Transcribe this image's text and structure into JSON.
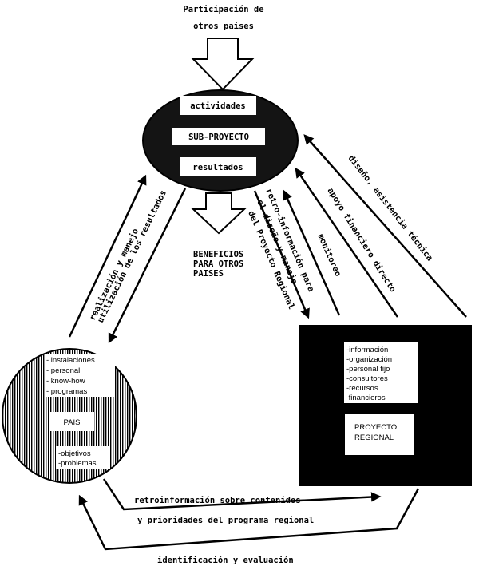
{
  "top_input": {
    "line1": "Participación de",
    "line2": "otros paises"
  },
  "subproject": {
    "box1": "actividades",
    "box2": "SUB-PROYECTO",
    "box3": "resultados"
  },
  "benefits": {
    "line1": "BENEFICIOS",
    "line2": "PARA OTROS",
    "line3": "PAISES"
  },
  "pais": {
    "items_top": [
      "- instalaciones",
      "- personal",
      "- know-how",
      "- programas"
    ],
    "label": "PAIS",
    "items_bottom": [
      "-objetivos",
      "-problemas"
    ]
  },
  "regional": {
    "items": [
      "-información",
      "-organización",
      "-personal fijo",
      "-consultores",
      "-recursos",
      " financieros"
    ],
    "label_line1": "PROYECTO",
    "label_line2": "REGIONAL"
  },
  "arrow_labels": {
    "realizacion": "realización y manejo",
    "utilizacion": "utilización de los resultados",
    "retro_line1": "retro-información para",
    "retro_line2": "el diseño y manejo",
    "retro_line3": "del Proyecto Regional",
    "monitoreo": "monitoreo",
    "apoyo": "apoyo financiero directo",
    "diseno": "diseño, asistencia técnica"
  },
  "bottom_labels": {
    "line1": "retroinformación sobre contenidos",
    "line2": "y prioridades del programa regional",
    "line3": "identificación y evaluación"
  },
  "colors": {
    "ink": "#000000",
    "paper": "#ffffff",
    "ellipse_fill": "#141414"
  }
}
